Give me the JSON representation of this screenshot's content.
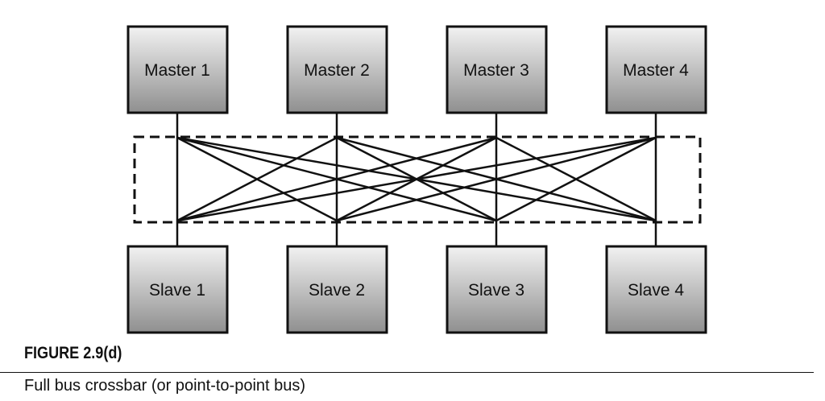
{
  "masters": [
    "Master 1",
    "Master 2",
    "Master 3",
    "Master 4"
  ],
  "slaves": [
    "Slave 1",
    "Slave 2",
    "Slave 3",
    "Slave 4"
  ],
  "figure": {
    "label": "FIGURE 2.9(d)",
    "caption": "Full bus crossbar (or point-to-point bus)"
  },
  "colors": {
    "box_gradient_top": "#f2f2f2",
    "box_gradient_bottom": "#8f8f8f",
    "stroke": "#111111"
  }
}
